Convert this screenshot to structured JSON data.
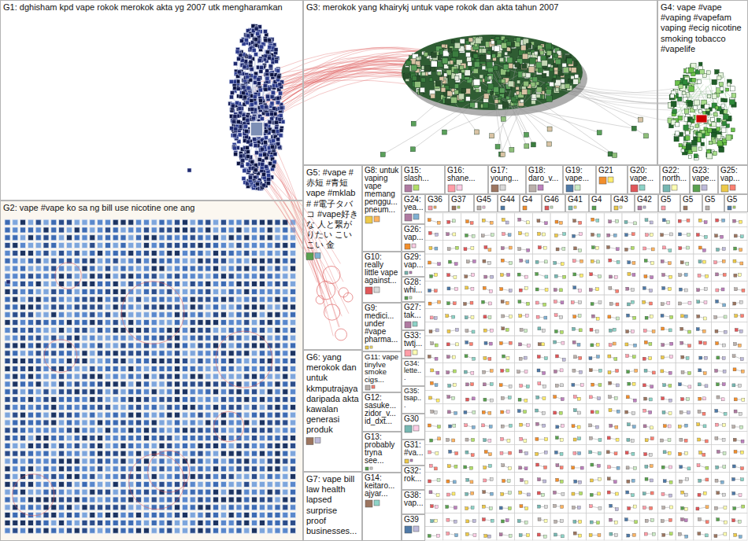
{
  "diagram": {
    "nodes": [
      {
        "text": [
          "G1: dghisham kpd vape rokok merokok akta yg 2007 utk mengharamkan"
        ]
      },
      {
        "text": [
          "G3: merokok yang khairykj untuk vape rokok dan akta tahun 2007"
        ]
      },
      {
        "text": [
          "G4: vape #vape #vaping #vapefam vaping #ecig nicotine smoking tobacco #vapelife"
        ]
      },
      {
        "text": [
          "G2: vape #vape ko sa ng bill use nicotine one ang"
        ]
      },
      {
        "text": [
          "G5: #vape # 赤短 #青短 vape #mklab # #電子タバコ #vape好きな 人と繋がりたい こいこい 金"
        ]
      },
      {
        "text": [
          "G8: untuk vaping vape memang penggu... pneum..."
        ]
      },
      {
        "text": [
          "G15: slash..."
        ]
      },
      {
        "text": [
          "G16: shane..."
        ]
      },
      {
        "text": [
          "G17: young..."
        ]
      },
      {
        "text": [
          "G18: daro_v..."
        ]
      },
      {
        "text": [
          "G19: vape..."
        ]
      },
      {
        "text": [
          "G21"
        ]
      },
      {
        "text": [
          "G20: vape..."
        ]
      },
      {
        "text": [
          "G22: north..."
        ]
      },
      {
        "text": [
          "G23: vape..."
        ]
      },
      {
        "text": [
          "G25: vap..."
        ]
      },
      {
        "text": [
          "G24: yea..."
        ]
      },
      {
        "text": [
          "G36"
        ]
      },
      {
        "text": [
          "G37"
        ]
      },
      {
        "text": [
          "G45"
        ]
      },
      {
        "text": [
          "G44"
        ]
      },
      {
        "text": [
          "G4"
        ]
      },
      {
        "text": [
          "G46"
        ]
      },
      {
        "text": [
          "G41"
        ]
      },
      {
        "text": [
          "G4"
        ]
      },
      {
        "text": [
          "G43"
        ]
      },
      {
        "text": [
          "G42"
        ]
      },
      {
        "text": [
          "G5"
        ]
      },
      {
        "text": [
          "G5"
        ]
      },
      {
        "text": [
          "G5"
        ]
      },
      {
        "text": [
          "G5"
        ]
      },
      {
        "text": [
          "G26: vap..."
        ]
      },
      {
        "text": [
          "G10: really little vape against..."
        ]
      },
      {
        "text": [
          "G29: vap..."
        ]
      },
      {
        "text": [
          "G28: whi..."
        ]
      },
      {
        "text": [
          "G9: medici... under #vape pharma..."
        ]
      },
      {
        "text": [
          "G27: tak..."
        ]
      },
      {
        "text": [
          "G33: twtj..."
        ]
      },
      {
        "text": [
          "G6: yang merokok dan untuk kkmputrajaya daripada akta kawalan generasi produk"
        ]
      },
      {
        "text": [
          "G11: vape tinylve smoke cigs..."
        ]
      },
      {
        "text": [
          "G34: lette..."
        ]
      },
      {
        "text": [
          "G35: tsap..."
        ]
      },
      {
        "text": [
          "G12: sasuke... zidor_v... id_dxt..."
        ]
      },
      {
        "text": [
          "G30"
        ]
      },
      {
        "text": [
          "G13: probably tryna see..."
        ]
      },
      {
        "text": [
          "G31: #va..."
        ]
      },
      {
        "text": [
          "G32: rok..."
        ]
      },
      {
        "text": [
          "G7: vape bill law health lapsed surprise proof businesses..."
        ]
      },
      {
        "text": [
          "G14: keitaro... ajyar..."
        ]
      },
      {
        "text": [
          "G38: vap..."
        ]
      },
      {
        "text": [
          "G39"
        ]
      }
    ]
  }
}
